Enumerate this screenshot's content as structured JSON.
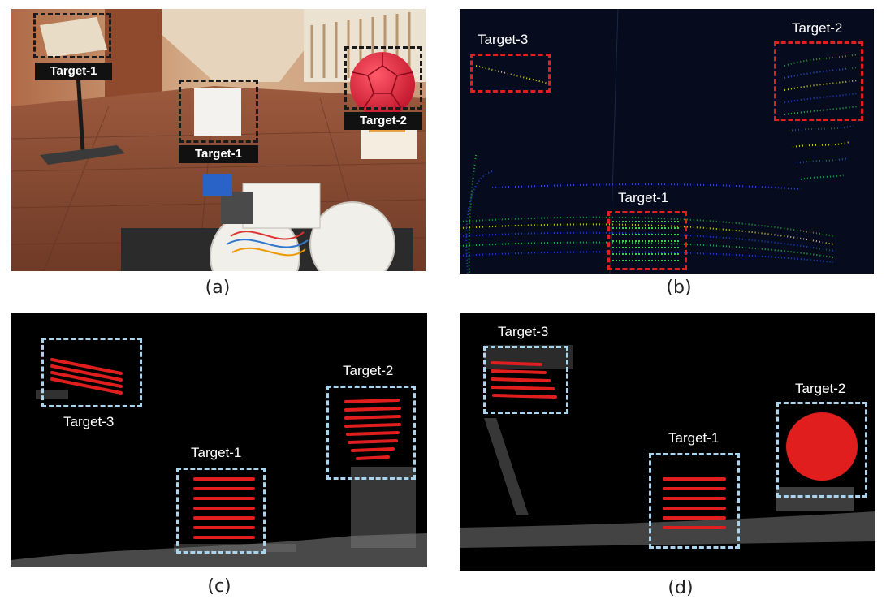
{
  "figure": {
    "panels": [
      {
        "id": "a",
        "caption": "(a)",
        "kind": "photo",
        "labels": [
          "Target-1",
          "Target-1",
          "Target-2"
        ],
        "box_color": "#1a1a1a"
      },
      {
        "id": "b",
        "caption": "(b)",
        "kind": "lidar-raw",
        "labels": [
          "Target-3",
          "Target-2",
          "Target-1"
        ],
        "box_color": "#e02020"
      },
      {
        "id": "c",
        "caption": "(c)",
        "kind": "lidar-segmented",
        "labels": [
          "Target-3",
          "Target-2",
          "Target-1"
        ],
        "box_color": "#a9d4ee"
      },
      {
        "id": "d",
        "caption": "(d)",
        "kind": "lidar-segmented",
        "labels": [
          "Target-3",
          "Target-2",
          "Target-1"
        ],
        "box_color": "#a9d4ee"
      }
    ],
    "colors": {
      "raw_background": "#060b1e",
      "seg_background": "#000000",
      "highlight_points": "#e01e1e",
      "ground_points": "#7a7a7a"
    }
  }
}
